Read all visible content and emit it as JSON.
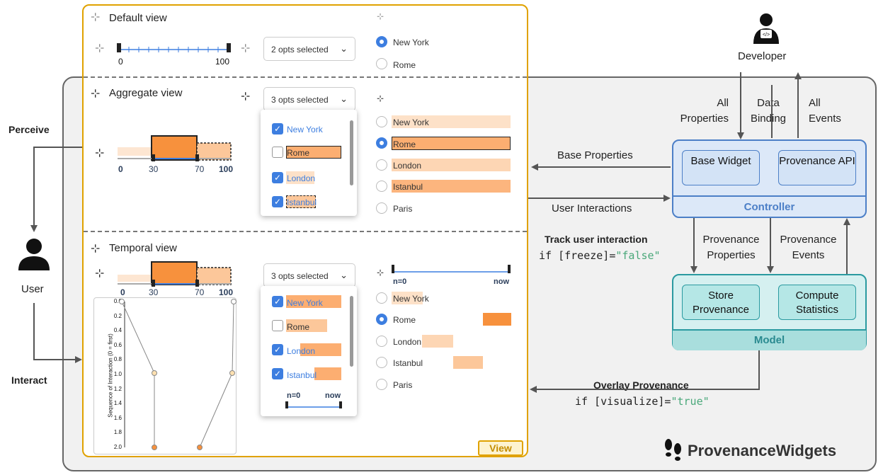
{
  "view_panel": {
    "default_view": {
      "title": "Default view",
      "slider_min": "0",
      "slider_max": "100",
      "dropdown": "2 opts selected",
      "radio_options": [
        "New York",
        "Rome"
      ],
      "radio_selected": "New York"
    },
    "aggregate_view": {
      "title": "Aggregate view",
      "slider_ticks": [
        "0",
        "30",
        "70",
        "100"
      ],
      "dropdown": "3 opts selected",
      "checkbox_options": [
        {
          "label": "New York",
          "checked": true
        },
        {
          "label": "Rome",
          "checked": false
        },
        {
          "label": "London",
          "checked": true
        },
        {
          "label": "Istanbul",
          "checked": true
        }
      ],
      "radio_options": [
        "New York",
        "Rome",
        "London",
        "Istanbul",
        "Paris"
      ],
      "radio_selected": "Rome"
    },
    "temporal_view": {
      "title": "Temporal view",
      "slider_ticks": [
        "0",
        "30",
        "70",
        "100"
      ],
      "dropdown": "3 opts selected",
      "checkbox_options": [
        {
          "label": "New York",
          "checked": true
        },
        {
          "label": "Rome",
          "checked": false
        },
        {
          "label": "London",
          "checked": true
        },
        {
          "label": "Istanbul",
          "checked": true
        }
      ],
      "dropdown_timeline": {
        "start": "n=0",
        "end": "now"
      },
      "radio_timeline": {
        "start": "n=0",
        "end": "now"
      },
      "radio_options": [
        "New York",
        "Rome",
        "London",
        "Istanbul",
        "Paris"
      ],
      "radio_selected": "Rome",
      "chart_ylabel": "Sequence of Interaction (0 = first)",
      "chart_yticks": [
        "0.0",
        "0.2",
        "0.4",
        "0.6",
        "0.8",
        "1.0",
        "1.2",
        "1.4",
        "1.6",
        "1.8",
        "2.0"
      ]
    },
    "view_label": "View"
  },
  "user": {
    "label": "User",
    "perceive": "Perceive",
    "interact": "Interact"
  },
  "developer": {
    "label": "Developer",
    "all_properties": "All Properties",
    "data_binding": "Data Binding",
    "all_events": "All Events"
  },
  "controller": {
    "title": "Controller",
    "base_widget": "Base Widget",
    "provenance_api": "Provenance API",
    "base_properties": "Base Properties",
    "user_interactions": "User Interactions"
  },
  "middle": {
    "track_title": "Track user interaction",
    "track_code_prefix": "if [freeze]=",
    "track_code_value": "\"false\"",
    "provenance_properties": "Provenance Properties",
    "provenance_events": "Provenance Events"
  },
  "model": {
    "title": "Model",
    "store": "Store Provenance",
    "compute": "Compute Statistics"
  },
  "overlay": {
    "title": "Overlay Provenance",
    "code_prefix": "if [visualize]=",
    "code_value": "\"true\""
  },
  "brand": "ProvenanceWidgets",
  "colors": {
    "view_border": "#e0a200",
    "controller": "#4c7fc7",
    "model": "#2a9aa0",
    "accent": "#3d7ee0",
    "provenance_orange": "#f7913d",
    "code_green": "#4aa87a"
  }
}
